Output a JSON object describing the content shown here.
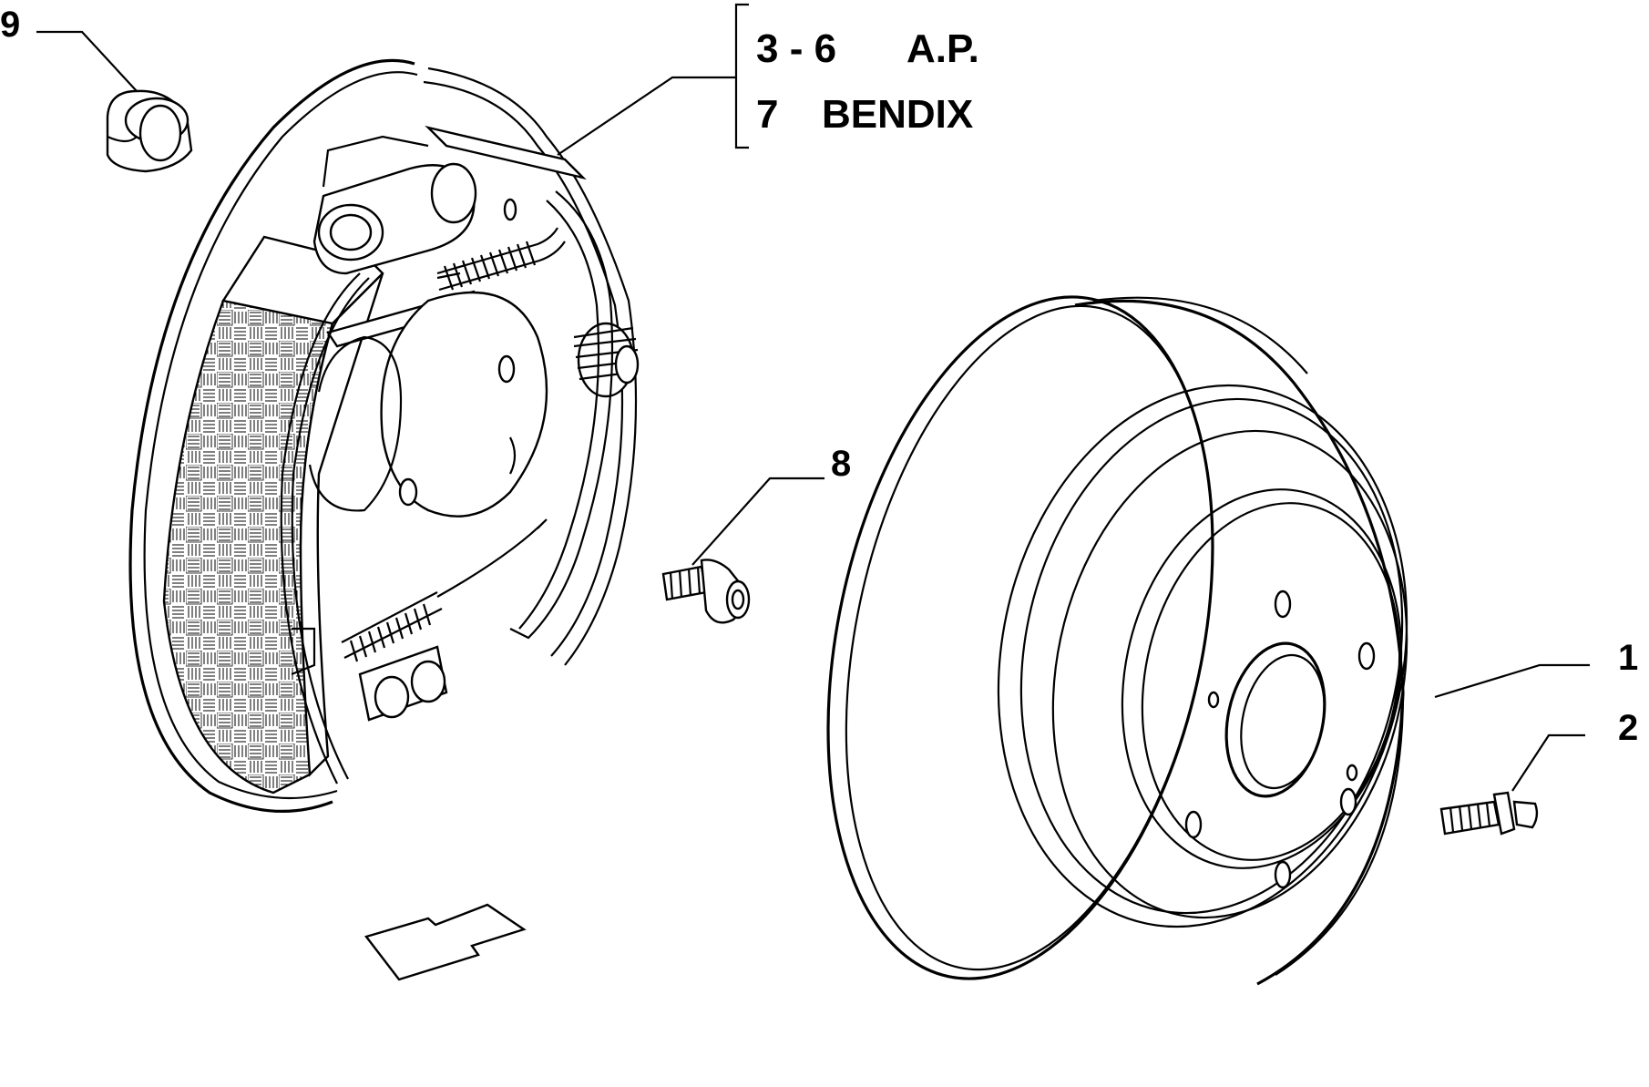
{
  "callouts": {
    "part_9": "9",
    "part_8": "8",
    "part_1": "1",
    "part_2": "2",
    "group_line_1": {
      "parts": "3 - 6",
      "name": "A.P."
    },
    "group_line_2": {
      "parts": "7",
      "name": "BENDIX"
    }
  }
}
